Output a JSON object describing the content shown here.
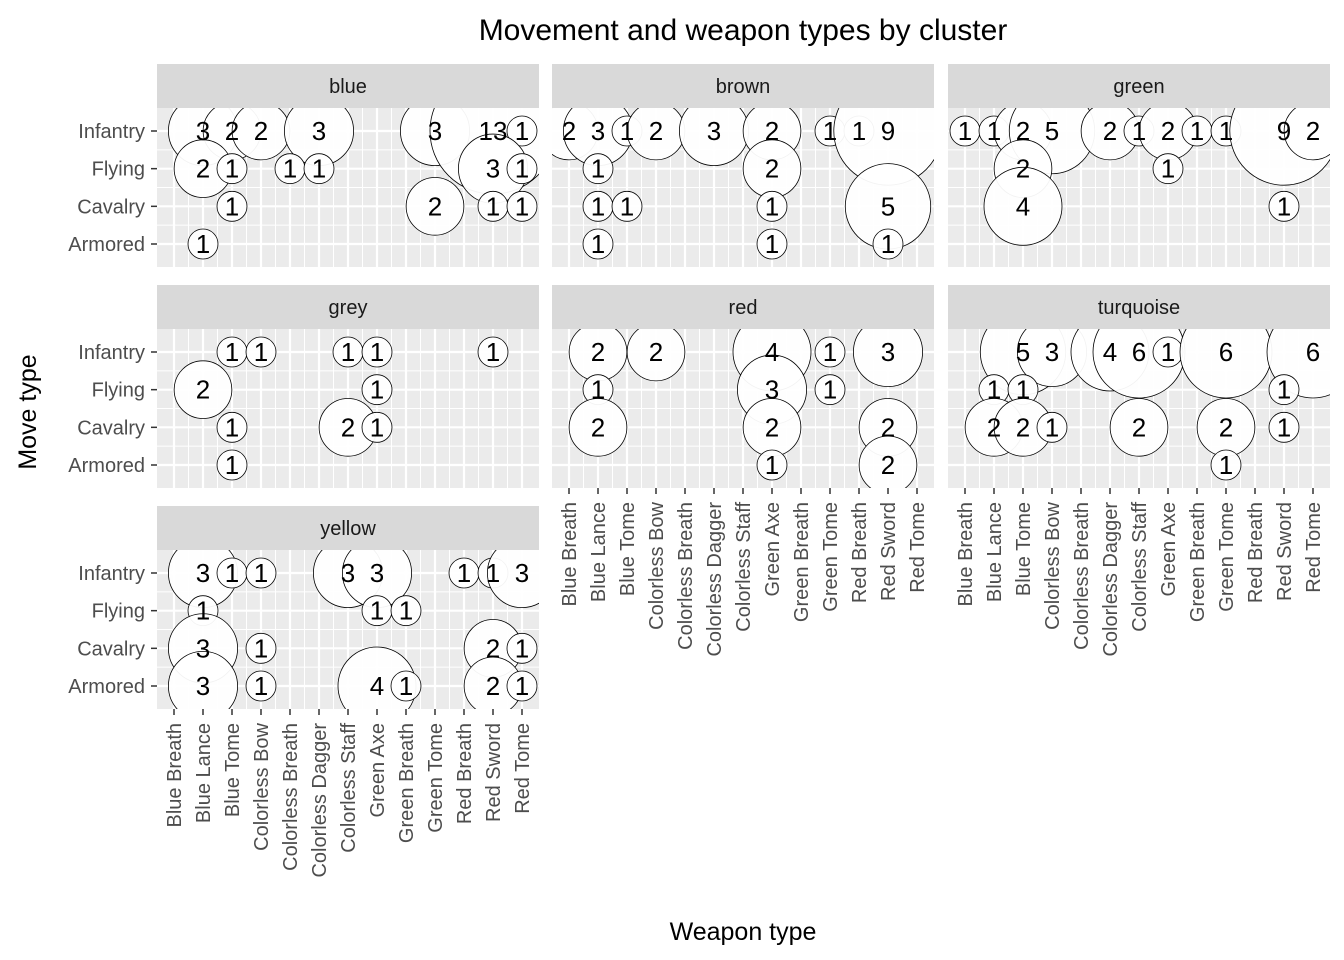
{
  "chart_data": {
    "type": "scatter",
    "title": "Movement and weapon types by cluster",
    "xlabel": "Weapon type",
    "ylabel": "Move type",
    "grid": true,
    "x_categories": [
      "Blue Breath",
      "Blue Lance",
      "Blue Tome",
      "Colorless Bow",
      "Colorless Breath",
      "Colorless Dagger",
      "Colorless Staff",
      "Green Axe",
      "Green Breath",
      "Green Tome",
      "Red Breath",
      "Red Sword",
      "Red Tome"
    ],
    "y_categories": [
      "Infantry",
      "Flying",
      "Cavalry",
      "Armored"
    ],
    "facets": [
      {
        "name": "blue",
        "points": [
          {
            "x": "Blue Lance",
            "y": "Infantry",
            "count": 3
          },
          {
            "x": "Blue Tome",
            "y": "Infantry",
            "count": 2
          },
          {
            "x": "Colorless Bow",
            "y": "Infantry",
            "count": 2
          },
          {
            "x": "Colorless Dagger",
            "y": "Infantry",
            "count": 3
          },
          {
            "x": "Green Tome",
            "y": "Infantry",
            "count": 3
          },
          {
            "x": "Red Sword",
            "y": "Infantry",
            "count": 13
          },
          {
            "x": "Red Tome",
            "y": "Infantry",
            "count": 1
          },
          {
            "x": "Blue Lance",
            "y": "Flying",
            "count": 2
          },
          {
            "x": "Blue Tome",
            "y": "Flying",
            "count": 1
          },
          {
            "x": "Colorless Breath",
            "y": "Flying",
            "count": 1
          },
          {
            "x": "Colorless Dagger",
            "y": "Flying",
            "count": 1
          },
          {
            "x": "Red Sword",
            "y": "Flying",
            "count": 3
          },
          {
            "x": "Red Tome",
            "y": "Flying",
            "count": 1
          },
          {
            "x": "Blue Tome",
            "y": "Cavalry",
            "count": 1
          },
          {
            "x": "Green Tome",
            "y": "Cavalry",
            "count": 2
          },
          {
            "x": "Red Sword",
            "y": "Cavalry",
            "count": 1
          },
          {
            "x": "Red Tome",
            "y": "Cavalry",
            "count": 1
          },
          {
            "x": "Blue Lance",
            "y": "Armored",
            "count": 1
          }
        ]
      },
      {
        "name": "brown",
        "points": [
          {
            "x": "Blue Breath",
            "y": "Infantry",
            "count": 2
          },
          {
            "x": "Blue Lance",
            "y": "Infantry",
            "count": 3
          },
          {
            "x": "Blue Tome",
            "y": "Infantry",
            "count": 1
          },
          {
            "x": "Colorless Bow",
            "y": "Infantry",
            "count": 2
          },
          {
            "x": "Colorless Dagger",
            "y": "Infantry",
            "count": 3
          },
          {
            "x": "Green Axe",
            "y": "Infantry",
            "count": 2
          },
          {
            "x": "Green Tome",
            "y": "Infantry",
            "count": 1
          },
          {
            "x": "Red Breath",
            "y": "Infantry",
            "count": 1
          },
          {
            "x": "Red Sword",
            "y": "Infantry",
            "count": 9
          },
          {
            "x": "Blue Lance",
            "y": "Flying",
            "count": 1
          },
          {
            "x": "Green Axe",
            "y": "Flying",
            "count": 2
          },
          {
            "x": "Blue Lance",
            "y": "Cavalry",
            "count": 1
          },
          {
            "x": "Blue Tome",
            "y": "Cavalry",
            "count": 1
          },
          {
            "x": "Green Axe",
            "y": "Cavalry",
            "count": 1
          },
          {
            "x": "Red Sword",
            "y": "Cavalry",
            "count": 5
          },
          {
            "x": "Blue Lance",
            "y": "Armored",
            "count": 1
          },
          {
            "x": "Green Axe",
            "y": "Armored",
            "count": 1
          },
          {
            "x": "Red Sword",
            "y": "Armored",
            "count": 1
          }
        ]
      },
      {
        "name": "green",
        "points": [
          {
            "x": "Blue Breath",
            "y": "Infantry",
            "count": 1
          },
          {
            "x": "Blue Lance",
            "y": "Infantry",
            "count": 1
          },
          {
            "x": "Blue Tome",
            "y": "Infantry",
            "count": 2
          },
          {
            "x": "Colorless Bow",
            "y": "Infantry",
            "count": 5
          },
          {
            "x": "Colorless Dagger",
            "y": "Infantry",
            "count": 2
          },
          {
            "x": "Colorless Staff",
            "y": "Infantry",
            "count": 1
          },
          {
            "x": "Green Axe",
            "y": "Infantry",
            "count": 2
          },
          {
            "x": "Green Breath",
            "y": "Infantry",
            "count": 1
          },
          {
            "x": "Green Tome",
            "y": "Infantry",
            "count": 1
          },
          {
            "x": "Red Sword",
            "y": "Infantry",
            "count": 9
          },
          {
            "x": "Red Tome",
            "y": "Infantry",
            "count": 2
          },
          {
            "x": "Blue Tome",
            "y": "Flying",
            "count": 2
          },
          {
            "x": "Green Axe",
            "y": "Flying",
            "count": 1
          },
          {
            "x": "Blue Tome",
            "y": "Cavalry",
            "count": 4
          },
          {
            "x": "Red Sword",
            "y": "Cavalry",
            "count": 1
          }
        ]
      },
      {
        "name": "grey",
        "points": [
          {
            "x": "Blue Tome",
            "y": "Infantry",
            "count": 1
          },
          {
            "x": "Colorless Bow",
            "y": "Infantry",
            "count": 1
          },
          {
            "x": "Colorless Staff",
            "y": "Infantry",
            "count": 1
          },
          {
            "x": "Green Axe",
            "y": "Infantry",
            "count": 1
          },
          {
            "x": "Red Sword",
            "y": "Infantry",
            "count": 1
          },
          {
            "x": "Blue Lance",
            "y": "Flying",
            "count": 2
          },
          {
            "x": "Green Axe",
            "y": "Flying",
            "count": 1
          },
          {
            "x": "Blue Tome",
            "y": "Cavalry",
            "count": 1
          },
          {
            "x": "Colorless Staff",
            "y": "Cavalry",
            "count": 2
          },
          {
            "x": "Green Axe",
            "y": "Cavalry",
            "count": 1
          },
          {
            "x": "Blue Tome",
            "y": "Armored",
            "count": 1
          }
        ]
      },
      {
        "name": "red",
        "points": [
          {
            "x": "Blue Lance",
            "y": "Infantry",
            "count": 2
          },
          {
            "x": "Colorless Bow",
            "y": "Infantry",
            "count": 2
          },
          {
            "x": "Green Axe",
            "y": "Infantry",
            "count": 4
          },
          {
            "x": "Green Tome",
            "y": "Infantry",
            "count": 1
          },
          {
            "x": "Red Sword",
            "y": "Infantry",
            "count": 3
          },
          {
            "x": "Blue Lance",
            "y": "Flying",
            "count": 1
          },
          {
            "x": "Green Axe",
            "y": "Flying",
            "count": 3
          },
          {
            "x": "Green Tome",
            "y": "Flying",
            "count": 1
          },
          {
            "x": "Blue Lance",
            "y": "Cavalry",
            "count": 2
          },
          {
            "x": "Green Axe",
            "y": "Cavalry",
            "count": 2
          },
          {
            "x": "Red Sword",
            "y": "Cavalry",
            "count": 2
          },
          {
            "x": "Green Axe",
            "y": "Armored",
            "count": 1
          },
          {
            "x": "Red Sword",
            "y": "Armored",
            "count": 2
          }
        ]
      },
      {
        "name": "turquoise",
        "points": [
          {
            "x": "Blue Tome",
            "y": "Infantry",
            "count": 5
          },
          {
            "x": "Colorless Bow",
            "y": "Infantry",
            "count": 3
          },
          {
            "x": "Colorless Dagger",
            "y": "Infantry",
            "count": 4
          },
          {
            "x": "Colorless Staff",
            "y": "Infantry",
            "count": 6
          },
          {
            "x": "Green Axe",
            "y": "Infantry",
            "count": 1
          },
          {
            "x": "Green Tome",
            "y": "Infantry",
            "count": 6
          },
          {
            "x": "Red Tome",
            "y": "Infantry",
            "count": 6
          },
          {
            "x": "Blue Lance",
            "y": "Flying",
            "count": 1
          },
          {
            "x": "Blue Tome",
            "y": "Flying",
            "count": 1
          },
          {
            "x": "Red Sword",
            "y": "Flying",
            "count": 1
          },
          {
            "x": "Blue Lance",
            "y": "Cavalry",
            "count": 2
          },
          {
            "x": "Blue Tome",
            "y": "Cavalry",
            "count": 2
          },
          {
            "x": "Colorless Bow",
            "y": "Cavalry",
            "count": 1
          },
          {
            "x": "Colorless Staff",
            "y": "Cavalry",
            "count": 2
          },
          {
            "x": "Green Tome",
            "y": "Cavalry",
            "count": 2
          },
          {
            "x": "Red Sword",
            "y": "Cavalry",
            "count": 1
          },
          {
            "x": "Green Tome",
            "y": "Armored",
            "count": 1
          }
        ]
      },
      {
        "name": "yellow",
        "points": [
          {
            "x": "Blue Lance",
            "y": "Infantry",
            "count": 3
          },
          {
            "x": "Blue Tome",
            "y": "Infantry",
            "count": 1
          },
          {
            "x": "Colorless Bow",
            "y": "Infantry",
            "count": 1
          },
          {
            "x": "Colorless Staff",
            "y": "Infantry",
            "count": 3
          },
          {
            "x": "Green Axe",
            "y": "Infantry",
            "count": 3
          },
          {
            "x": "Red Breath",
            "y": "Infantry",
            "count": 1
          },
          {
            "x": "Red Sword",
            "y": "Infantry",
            "count": 1
          },
          {
            "x": "Red Tome",
            "y": "Infantry",
            "count": 3
          },
          {
            "x": "Blue Lance",
            "y": "Flying",
            "count": 1
          },
          {
            "x": "Green Axe",
            "y": "Flying",
            "count": 1
          },
          {
            "x": "Green Breath",
            "y": "Flying",
            "count": 1
          },
          {
            "x": "Blue Lance",
            "y": "Cavalry",
            "count": 3
          },
          {
            "x": "Colorless Bow",
            "y": "Cavalry",
            "count": 1
          },
          {
            "x": "Red Sword",
            "y": "Cavalry",
            "count": 2
          },
          {
            "x": "Red Tome",
            "y": "Cavalry",
            "count": 1
          },
          {
            "x": "Blue Lance",
            "y": "Armored",
            "count": 3
          },
          {
            "x": "Colorless Bow",
            "y": "Armored",
            "count": 1
          },
          {
            "x": "Green Axe",
            "y": "Armored",
            "count": 4
          },
          {
            "x": "Green Breath",
            "y": "Armored",
            "count": 1
          },
          {
            "x": "Red Sword",
            "y": "Armored",
            "count": 2
          },
          {
            "x": "Red Tome",
            "y": "Armored",
            "count": 1
          }
        ]
      }
    ]
  },
  "colors": {
    "panel_background": "#ebebeb",
    "strip_background": "#d9d9d9",
    "grid_line": "#ffffff",
    "point_fill": "#ffffff",
    "point_stroke": "#000000"
  }
}
